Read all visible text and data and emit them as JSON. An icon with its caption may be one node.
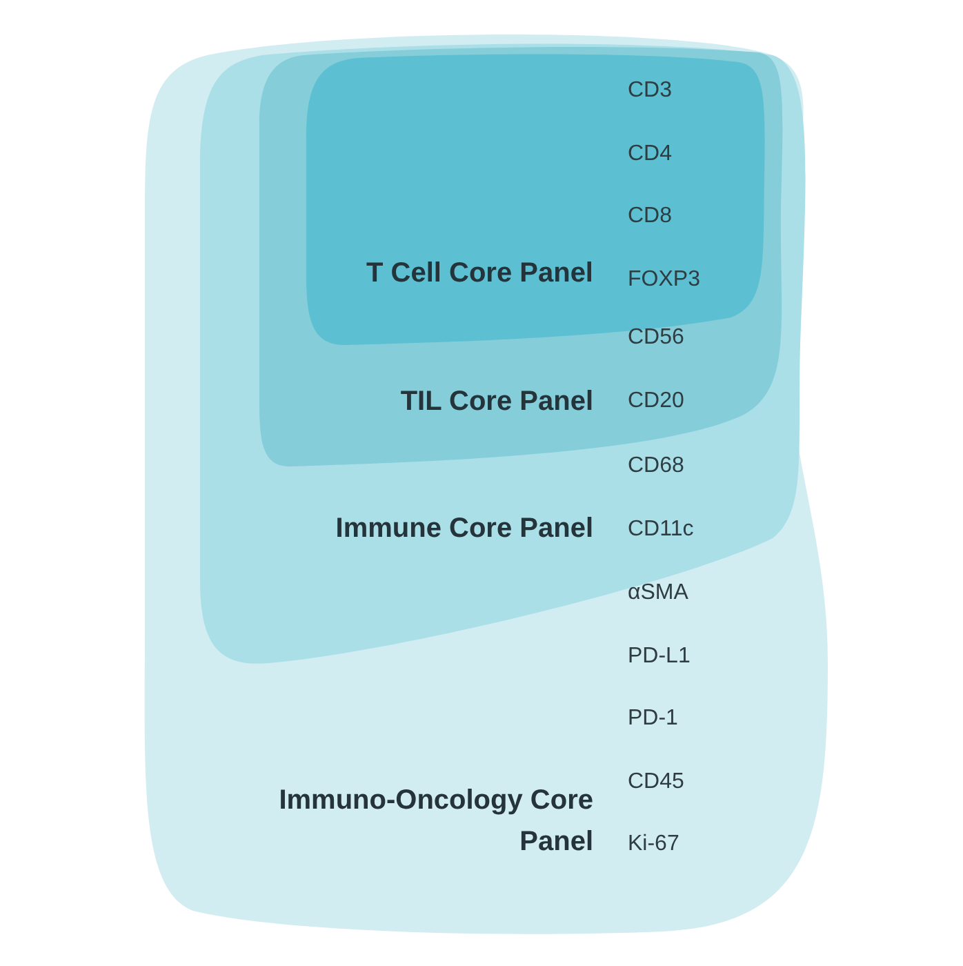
{
  "diagram": {
    "nodes": [
      {
        "text": [
          "Immuno-Oncology Core Panel",
          "αSMA",
          "PD-L1",
          "PD-1",
          "CD45",
          "Ki-67"
        ]
      },
      {
        "text": [
          "Immune Core Panel",
          "CD68",
          "CD11c"
        ],
        "in": 0
      },
      {
        "text": [
          "TIL Core Panel",
          "CD56",
          "CD20"
        ],
        "in": 1
      },
      {
        "text": [
          "T Cell Core Panel",
          "CD3",
          "CD4",
          "CD8",
          "FOXP3"
        ],
        "in": 2
      }
    ]
  }
}
